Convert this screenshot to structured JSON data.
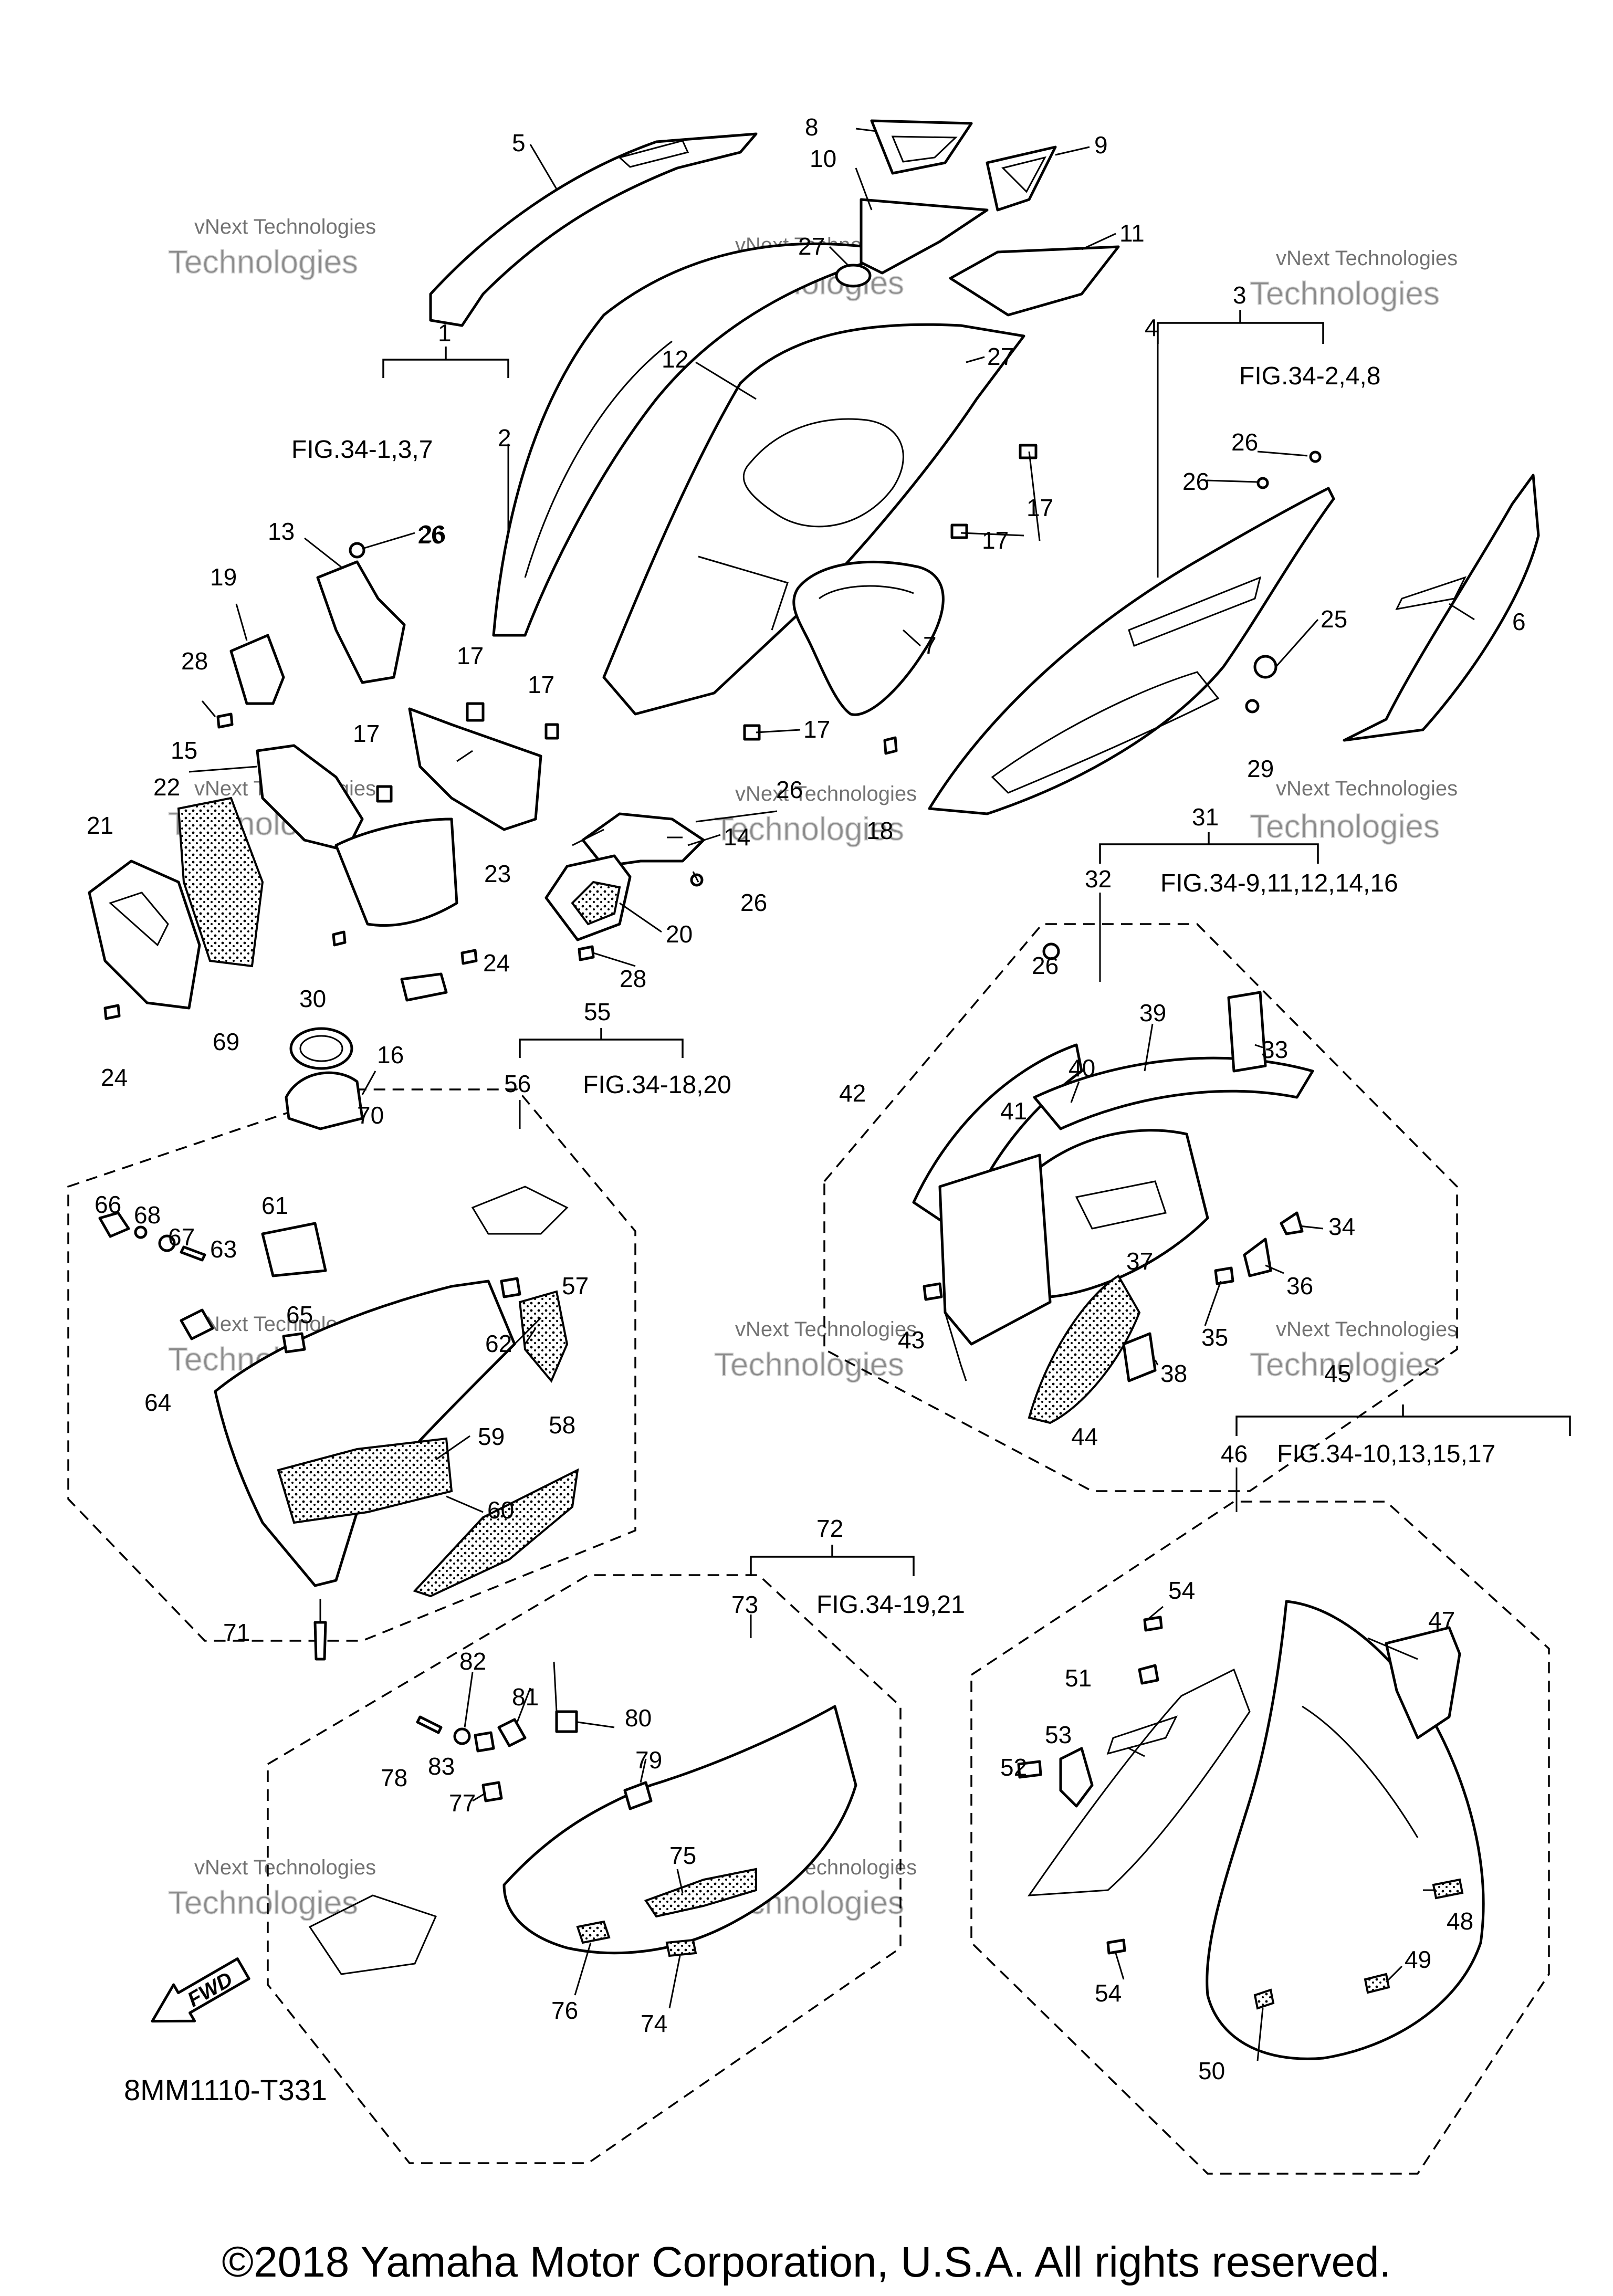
{
  "watermark": {
    "line1": "vNext Technologies",
    "line2": "Technologies"
  },
  "group_labels": [
    {
      "id": "1",
      "fig": "FIG.34-1,3,7",
      "child": "2"
    },
    {
      "id": "3",
      "fig": "FIG.34-2,4,8",
      "child": "4"
    },
    {
      "id": "31",
      "fig": "FIG.34-9,11,12,14,16",
      "child": "32"
    },
    {
      "id": "55",
      "fig": "FIG.34-18,20",
      "child": "56"
    },
    {
      "id": "45",
      "fig": "FIG.34-10,13,15,17",
      "child": "46"
    },
    {
      "id": "72",
      "fig": "FIG.34-19,21",
      "child": "73"
    }
  ],
  "callouts": [
    "5",
    "8",
    "9",
    "10",
    "11",
    "27",
    "27",
    "12",
    "26",
    "26",
    "26",
    "6",
    "25",
    "29",
    "7",
    "17",
    "17",
    "17",
    "17",
    "17",
    "17",
    "13",
    "26",
    "19",
    "28",
    "15",
    "22",
    "21",
    "23",
    "26",
    "14",
    "26",
    "20",
    "28",
    "24",
    "30",
    "24",
    "16",
    "18",
    "26",
    "69",
    "70",
    "66",
    "68",
    "67",
    "63",
    "61",
    "65",
    "64",
    "62",
    "57",
    "59",
    "60",
    "58",
    "71",
    "33",
    "39",
    "40",
    "41",
    "42",
    "37",
    "34",
    "36",
    "35",
    "43",
    "44",
    "38",
    "47",
    "54",
    "51",
    "52",
    "53",
    "48",
    "49",
    "50",
    "54",
    "82",
    "81",
    "80",
    "79",
    "78",
    "83",
    "77",
    "75",
    "76",
    "74"
  ],
  "fwd_label": "FWD",
  "diagram_code": "8MM1110-T331",
  "copyright": "©2018 Yamaha Motor Corporation, U.S.A. All rights reserved."
}
